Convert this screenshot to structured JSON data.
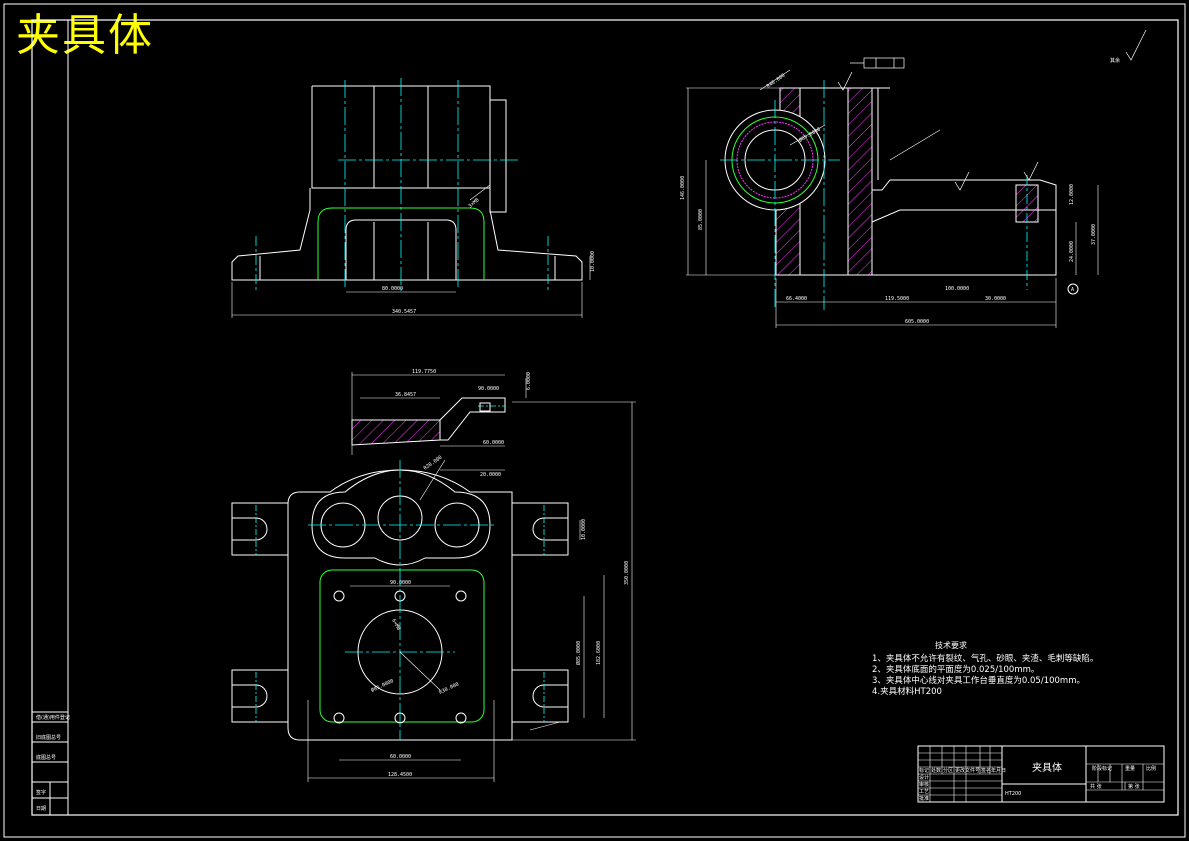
{
  "drawing_title": "夹具体",
  "roughness_symbol": "其余",
  "datum_label": "A",
  "dimensions": {
    "front_view": [
      "80.0000",
      "340.5457",
      "10.0000",
      "3×M8"
    ],
    "side_view": [
      "146.0000",
      "85.0000",
      "66.4000",
      "119.5000",
      "100.0000",
      "30.0000",
      "605.0000",
      "37.0000",
      "24.0000",
      "12.0000",
      "Ø85.0000",
      "R40.000"
    ],
    "top_view": [
      "119.7750",
      "90.0000",
      "36.8457",
      "60.0000",
      "20.0000",
      "6.0000",
      "R20.000",
      "90.0000",
      "60.0000",
      "128.4500",
      "350.0000",
      "182.6000",
      "10.0000",
      "Ø85.0000",
      "R30.000",
      "6×M8"
    ]
  },
  "notes": {
    "title": "技术要求",
    "items": [
      "1、夹具体不允许有裂纹、气孔、砂眼、夹渣、毛刺等缺陷。",
      "2、夹具体底面的平面度为0.025/100mm。",
      "3、夹具体中心线对夹具工作台垂直度为0.05/100mm。",
      "4.夹具材料HT200"
    ]
  },
  "title_block": {
    "part_name": "夹具体",
    "material": "HT200",
    "header_cells": [
      "标记",
      "处数",
      "分区",
      "更改文件号",
      "签名",
      "年月日"
    ],
    "role_cells": [
      "设计",
      "审核",
      "工艺",
      "批准"
    ],
    "right_cells": [
      "阶段标记",
      "重量",
      "比例",
      "共 张",
      "第 张"
    ],
    "left_strip": [
      "借(通)用件登记",
      "旧底图总号",
      "底图总号",
      "签字",
      "日期"
    ]
  }
}
